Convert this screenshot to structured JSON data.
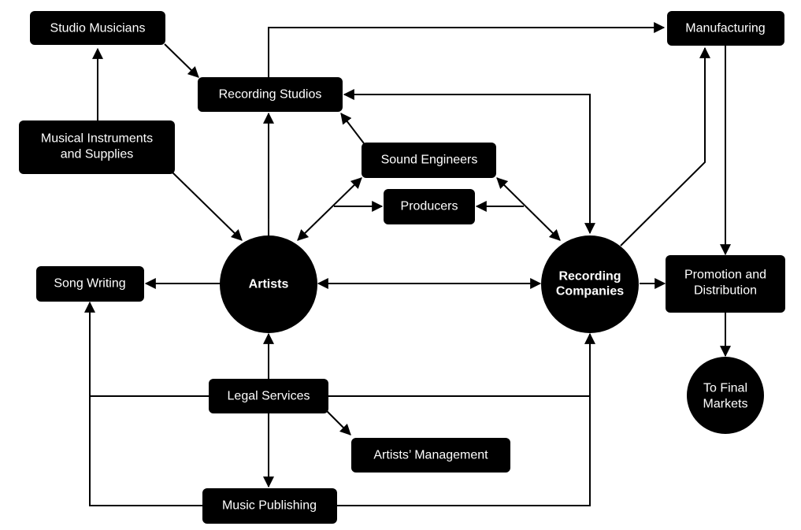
{
  "diagram": {
    "type": "flow",
    "colors": {
      "node_fill": "#000000",
      "node_text": "#ffffff",
      "edge": "#000000",
      "background": "#ffffff"
    },
    "nodes": {
      "studio_musicians": {
        "label": "Studio Musicians",
        "shape": "rounded-rect"
      },
      "recording_studios": {
        "label": "Recording Studios",
        "shape": "rounded-rect"
      },
      "manufacturing": {
        "label": "Manufacturing",
        "shape": "rounded-rect"
      },
      "musical_instruments": {
        "label": [
          "Musical Instruments",
          "and Supplies"
        ],
        "shape": "rounded-rect"
      },
      "sound_engineers": {
        "label": "Sound Engineers",
        "shape": "rounded-rect"
      },
      "producers": {
        "label": "Producers",
        "shape": "rounded-rect"
      },
      "song_writing": {
        "label": "Song Writing",
        "shape": "rounded-rect"
      },
      "artists": {
        "label": "Artists",
        "shape": "circle"
      },
      "recording_companies": {
        "label": [
          "Recording",
          "Companies"
        ],
        "shape": "circle"
      },
      "promotion_distribution": {
        "label": [
          "Promotion and",
          "Distribution"
        ],
        "shape": "rounded-rect"
      },
      "final_markets": {
        "label": [
          "To Final",
          "Markets"
        ],
        "shape": "circle"
      },
      "legal_services": {
        "label": "Legal Services",
        "shape": "rounded-rect"
      },
      "artists_management": {
        "label": "Artists’ Management",
        "shape": "rounded-rect"
      },
      "music_publishing": {
        "label": "Music Publishing",
        "shape": "rounded-rect"
      }
    },
    "edges": [
      {
        "from": "musical_instruments",
        "to": "studio_musicians",
        "direction": "forward"
      },
      {
        "from": "studio_musicians",
        "to": "recording_studios",
        "direction": "forward"
      },
      {
        "from": "recording_studios",
        "to": "manufacturing",
        "direction": "forward"
      },
      {
        "from": "artists",
        "to": "recording_studios",
        "direction": "forward"
      },
      {
        "from": "sound_engineers",
        "to": "recording_studios",
        "direction": "forward"
      },
      {
        "from": "recording_studios",
        "to": "recording_companies",
        "direction": "both"
      },
      {
        "from": "musical_instruments",
        "to": "artists",
        "direction": "forward"
      },
      {
        "from": "artists",
        "to": "sound_engineers",
        "direction": "both"
      },
      {
        "from": "artists",
        "to": "producers",
        "direction": "forward"
      },
      {
        "from": "recording_companies",
        "to": "sound_engineers",
        "direction": "both"
      },
      {
        "from": "recording_companies",
        "to": "producers",
        "direction": "forward"
      },
      {
        "from": "recording_companies",
        "to": "manufacturing",
        "direction": "forward"
      },
      {
        "from": "manufacturing",
        "to": "promotion_distribution",
        "direction": "forward"
      },
      {
        "from": "artists",
        "to": "song_writing",
        "direction": "forward"
      },
      {
        "from": "artists",
        "to": "recording_companies",
        "direction": "both"
      },
      {
        "from": "recording_companies",
        "to": "promotion_distribution",
        "direction": "forward"
      },
      {
        "from": "promotion_distribution",
        "to": "final_markets",
        "direction": "forward"
      },
      {
        "from": "legal_services",
        "to": "artists",
        "direction": "forward"
      },
      {
        "from": "legal_services",
        "to": "song_writing",
        "direction": "forward"
      },
      {
        "from": "legal_services",
        "to": "recording_companies",
        "direction": "forward"
      },
      {
        "from": "legal_services",
        "to": "artists_management",
        "direction": "forward"
      },
      {
        "from": "legal_services",
        "to": "music_publishing",
        "direction": "forward"
      },
      {
        "from": "music_publishing",
        "to": "song_writing",
        "direction": "forward"
      },
      {
        "from": "music_publishing",
        "to": "recording_companies",
        "direction": "forward"
      }
    ]
  }
}
